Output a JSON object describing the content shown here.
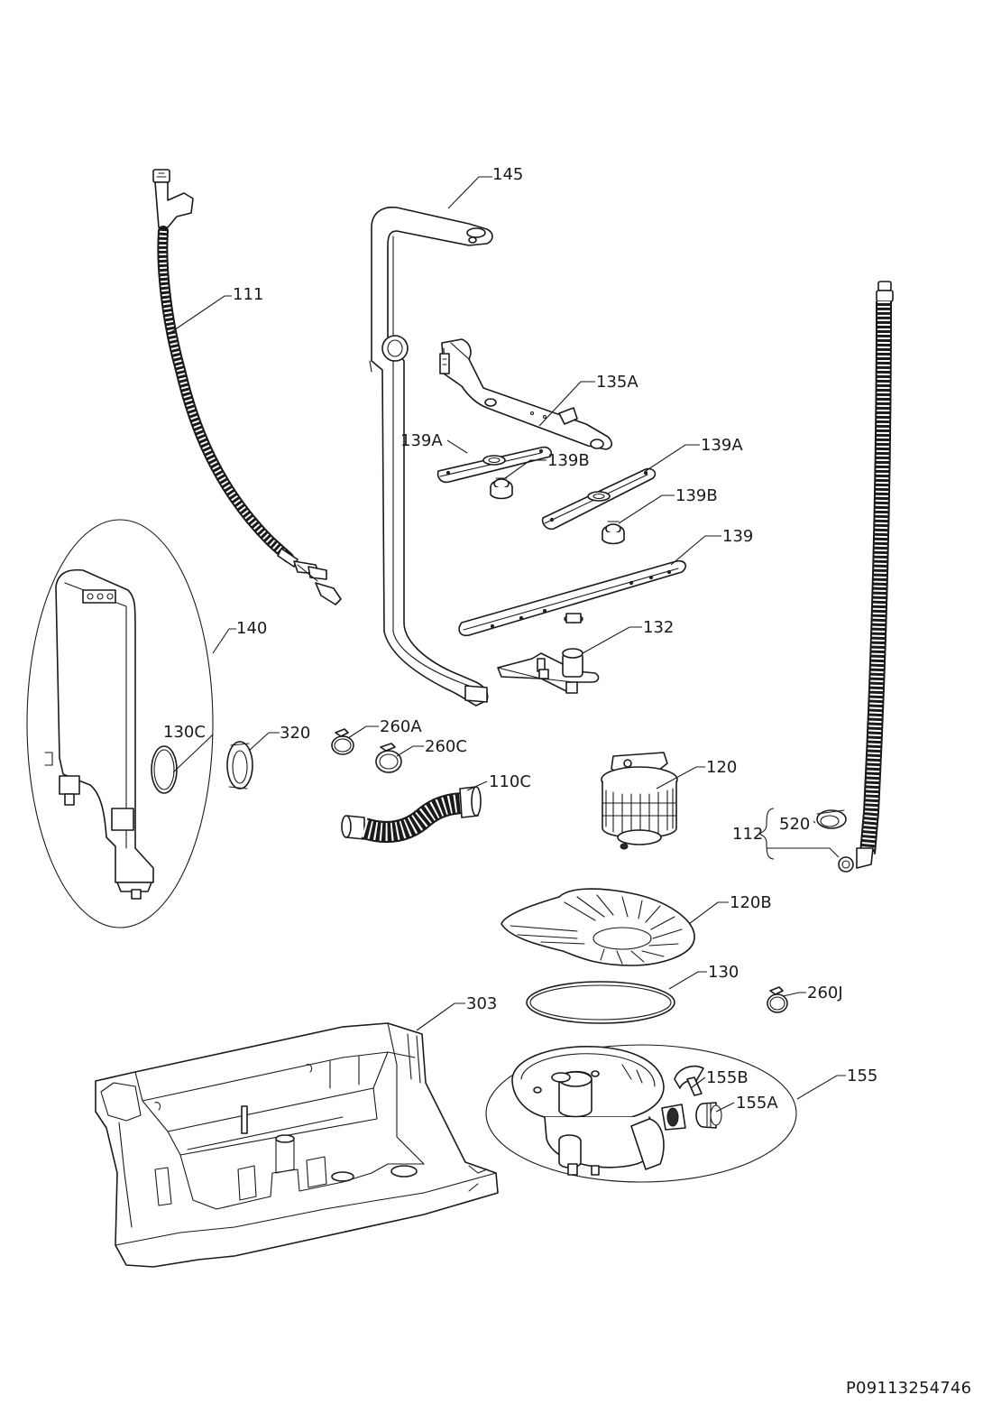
{
  "document_number": "P09113254746",
  "callouts": {
    "c145": "145",
    "c111": "111",
    "c135A": "135A",
    "c139A_1": "139A",
    "c139B_1": "139B",
    "c139A_2": "139A",
    "c139B_2": "139B",
    "c139": "139",
    "c140": "140",
    "c132": "132",
    "c130C": "130C",
    "c320": "320",
    "c260A": "260A",
    "c260C": "260C",
    "c110C": "110C",
    "c120": "120",
    "c112": "112",
    "c520": "520",
    "c120B": "120B",
    "c130": "130",
    "c260J": "260J",
    "c303": "303",
    "c155": "155",
    "c155B": "155B",
    "c155A": "155A"
  }
}
